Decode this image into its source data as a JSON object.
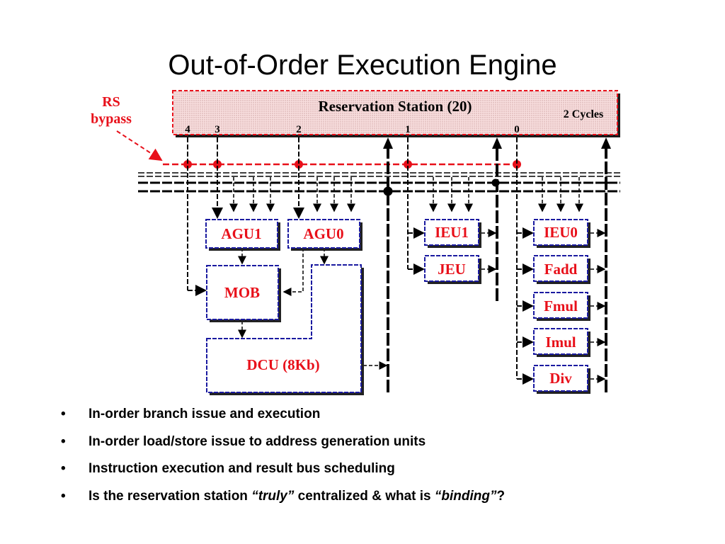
{
  "title": "Out-of-Order Execution Engine",
  "diagram": {
    "reservation_station": "Reservation Station (20)",
    "cycles": "2 Cycles",
    "rs_bypass": [
      "RS",
      "bypass"
    ],
    "ports": [
      "4",
      "3",
      "2",
      "1",
      "0"
    ],
    "units": {
      "agu1": "AGU1",
      "agu0": "AGU0",
      "mob": "MOB",
      "dcu": "DCU (8Kb)",
      "ieu1": "IEU1",
      "jeu": "JEU",
      "ieu0": "IEU0",
      "fadd": "Fadd",
      "fmul": "Fmul",
      "imul": "Imul",
      "div": "Div"
    }
  },
  "bullets": [
    {
      "parts": [
        {
          "text": "In-order branch issue and execution",
          "italic": false
        }
      ]
    },
    {
      "parts": [
        {
          "text": "In-order load/store issue to address generation units",
          "italic": false
        }
      ]
    },
    {
      "parts": [
        {
          "text": "Instruction execution and result bus scheduling",
          "italic": false
        }
      ]
    },
    {
      "parts": [
        {
          "text": "Is the reservation station ",
          "italic": false
        },
        {
          "text": "“truly”",
          "italic": true
        },
        {
          "text": " centralized & what is ",
          "italic": false
        },
        {
          "text": "“binding”",
          "italic": true
        },
        {
          "text": "?",
          "italic": false
        }
      ]
    }
  ],
  "colors": {
    "accent_red": "#e8101a",
    "unit_border": "#1a1aa0",
    "rs_fill": "#f7d4d4"
  }
}
